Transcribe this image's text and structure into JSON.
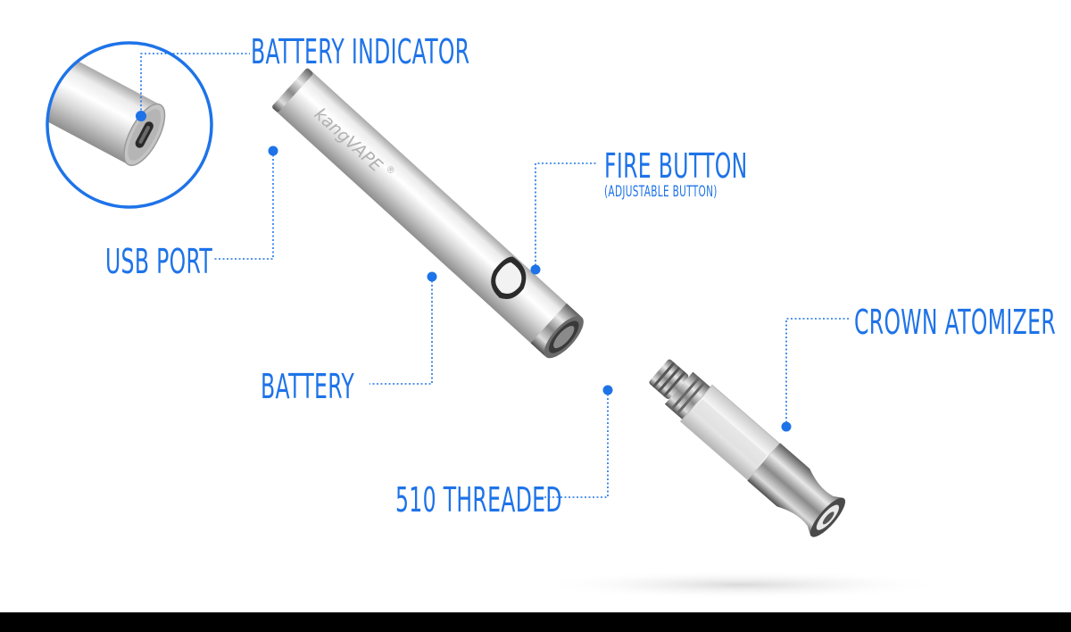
{
  "labels": {
    "battery_indicator": "BATTERY INDICATOR",
    "fire_button": "FIRE BUTTON",
    "fire_button_sub": "(ADJUSTABLE BUTTON)",
    "usb_port": "USB PORT",
    "battery": "BATTERY",
    "crown_atomizer": "CROWN ATOMIZER",
    "threaded_510": "510 THREADED"
  },
  "brand": {
    "logo_text": "kangVAPE",
    "registered_mark": "®"
  },
  "colors": {
    "accent": "#1e73e8",
    "footer_bar": "#000000",
    "metal": "#d9d9d9"
  }
}
